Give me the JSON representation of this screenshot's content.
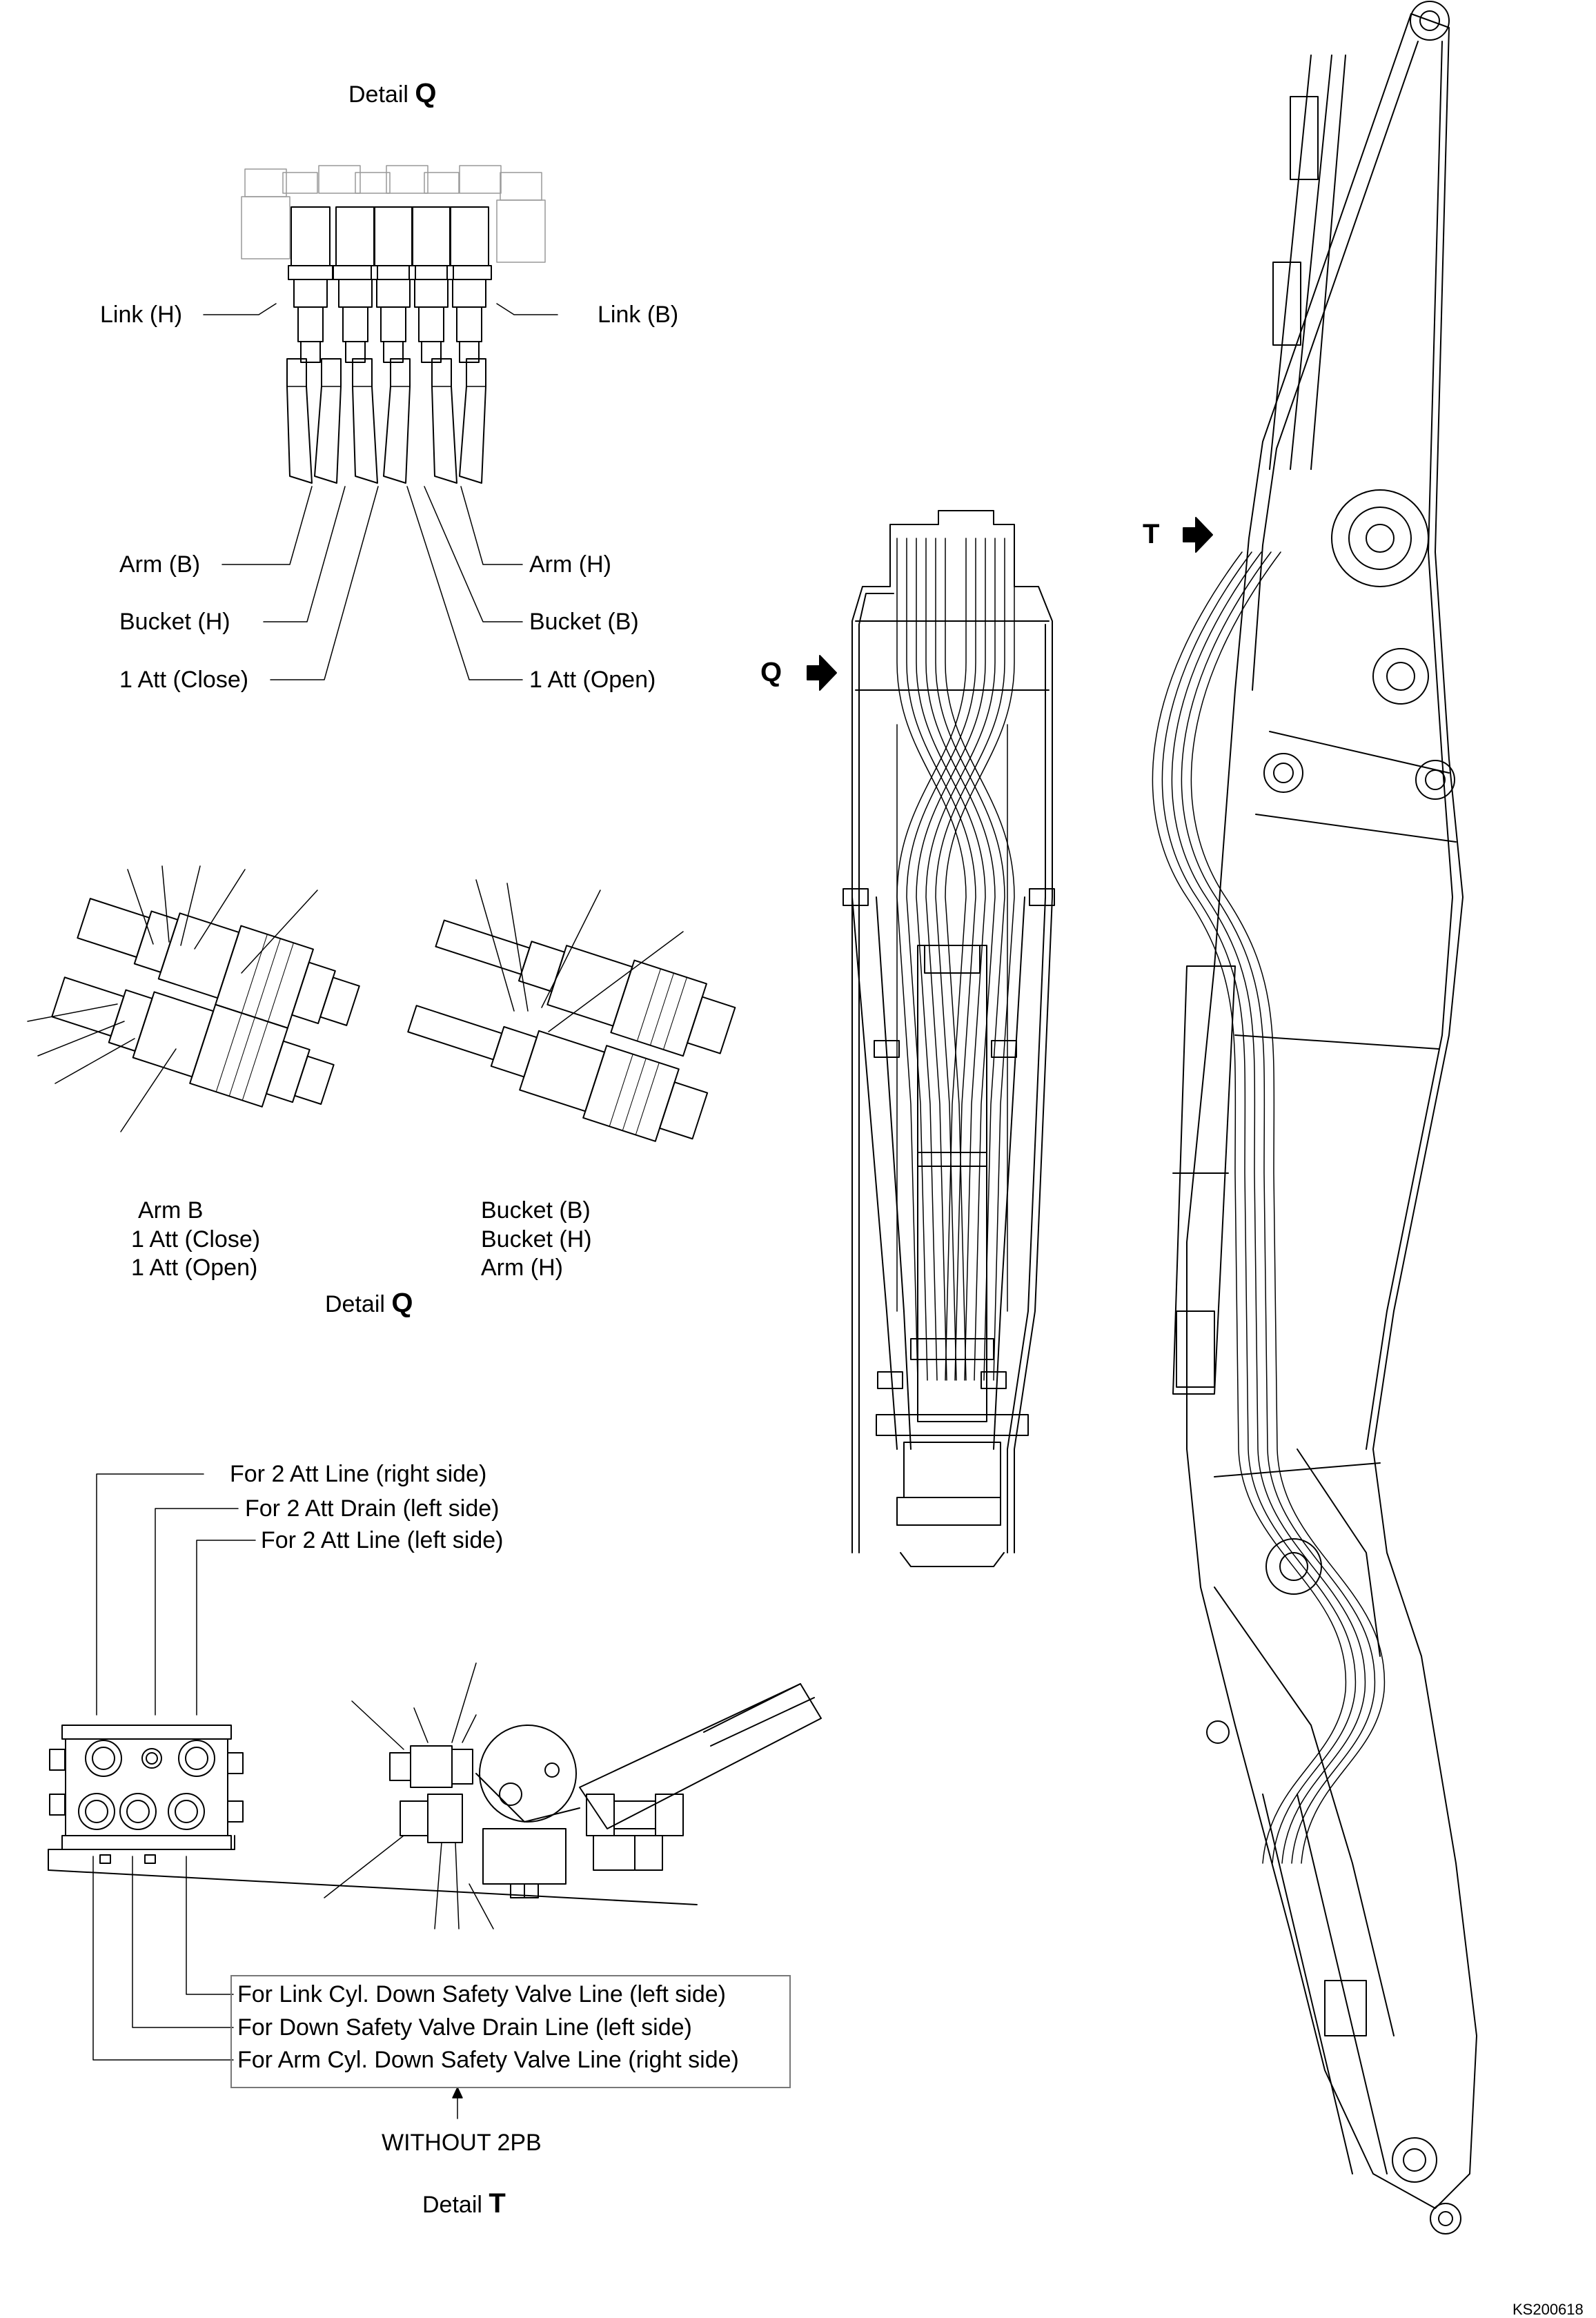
{
  "detail_q_top": {
    "prefix": "Detail",
    "letter": "Q"
  },
  "detail_q_bottom": {
    "prefix": "Detail",
    "letter": "Q"
  },
  "detail_t": {
    "prefix": "Detail",
    "letter": "T"
  },
  "connector_labels": {
    "link_h": "Link (H)",
    "link_b": "Link (B)",
    "arm_b": "Arm (B)",
    "arm_h": "Arm (H)",
    "bucket_h": "Bucket (H)",
    "bucket_b": "Bucket (B)",
    "att_close": "1 Att (Close)",
    "att_open": "1 Att (Open)"
  },
  "coupler_left_list": [
    "Arm B",
    "1 Att (Close)",
    "1 Att (Open)"
  ],
  "coupler_right_list": [
    "Bucket (B)",
    "Bucket (H)",
    "Arm (H)"
  ],
  "detail_t_lines": {
    "att2_line_right": "For 2 Att Line (right side)",
    "att2_drain_left": "For 2 Att Drain (left side)",
    "att2_line_left": "For 2 Att Line (left side)",
    "link_cyl_valve": "For Link Cyl. Down Safety Valve Line (left side)",
    "down_valve_drain": "For Down Safety Valve Drain Line (left side)",
    "arm_cyl_valve": "For Arm Cyl. Down Safety Valve Line (right side)"
  },
  "without_note": "WITHOUT 2PB",
  "view_arrows": {
    "q": "Q",
    "t": "T"
  },
  "drawing_code": "KS200618",
  "colors": {
    "line": "#000000",
    "frame": "#777777",
    "background": "#ffffff"
  }
}
